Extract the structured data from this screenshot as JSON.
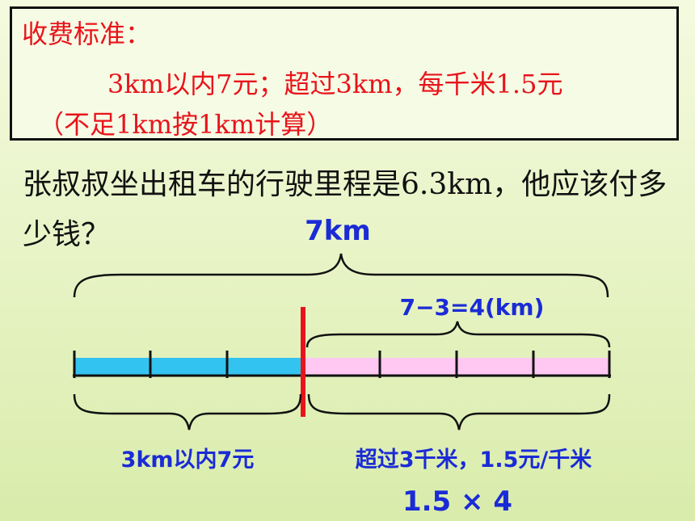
{
  "rules": {
    "title": "收费标准：",
    "line1": "3km以内7元；超过3km，每千米1.5元",
    "line2": "（不足1km按1km计算）"
  },
  "question": {
    "text": "张叔叔坐出租车的行驶里程是6.3km，他应该付多少钱？"
  },
  "diagram": {
    "total_label": "7km",
    "extra_label": "7−3=4(km)",
    "base_label": "3km以内7元",
    "extra_price_label": "超过3千米，1.5元/千米",
    "calc": "1.5 × 4"
  },
  "colors": {
    "rule_text": "#e8141b",
    "label_blue": "#1a2bd6",
    "segment_base": "#33c3f0",
    "segment_extra": "#ffc8f2",
    "divider": "#e8141b"
  }
}
